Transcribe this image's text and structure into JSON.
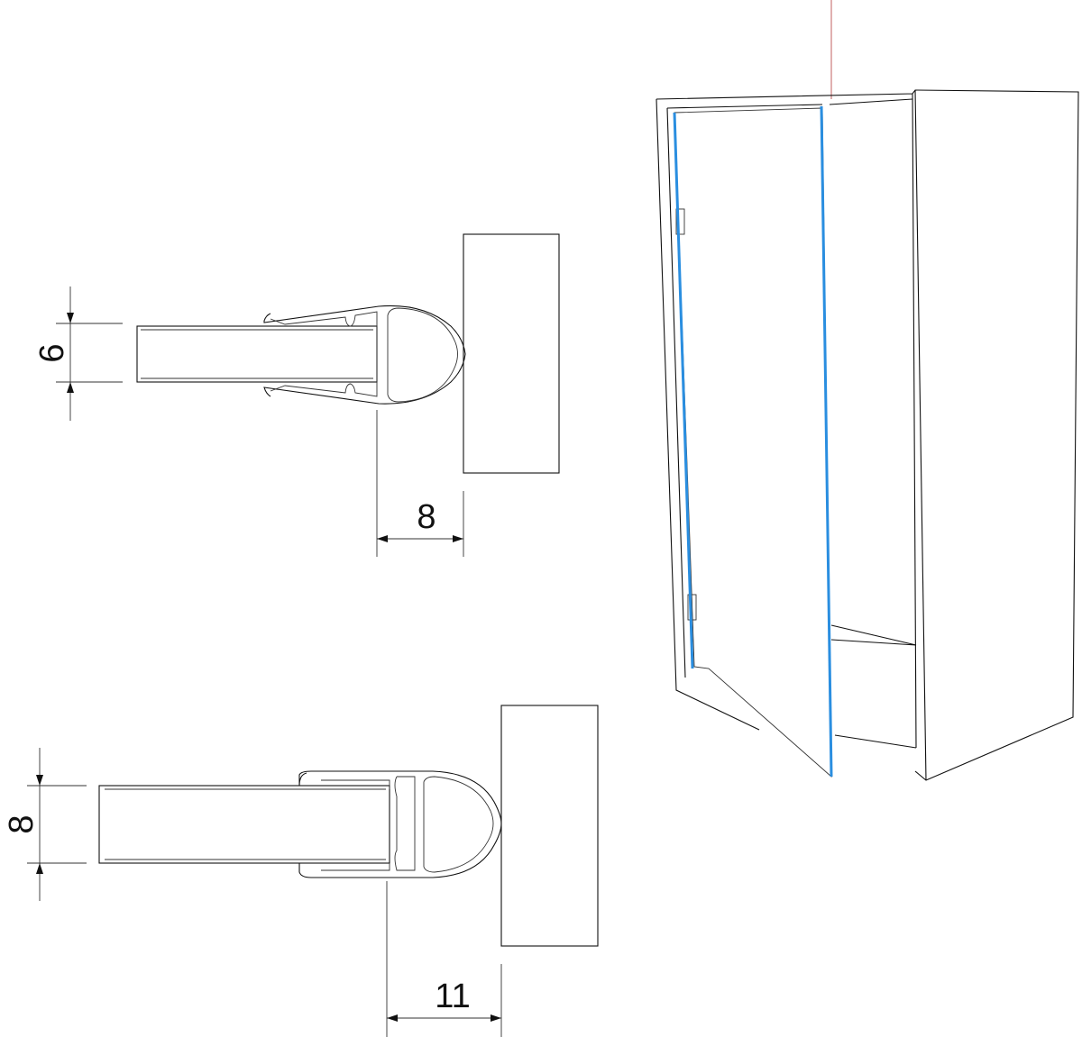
{
  "dimensions": {
    "top_profile": {
      "glass_thickness": "6",
      "gap": "8"
    },
    "bottom_profile": {
      "glass_thickness": "8",
      "gap": "11"
    }
  },
  "colors": {
    "glass_edge": "#2a8ee0",
    "reference_line": "#c06060",
    "line": "#111111"
  }
}
